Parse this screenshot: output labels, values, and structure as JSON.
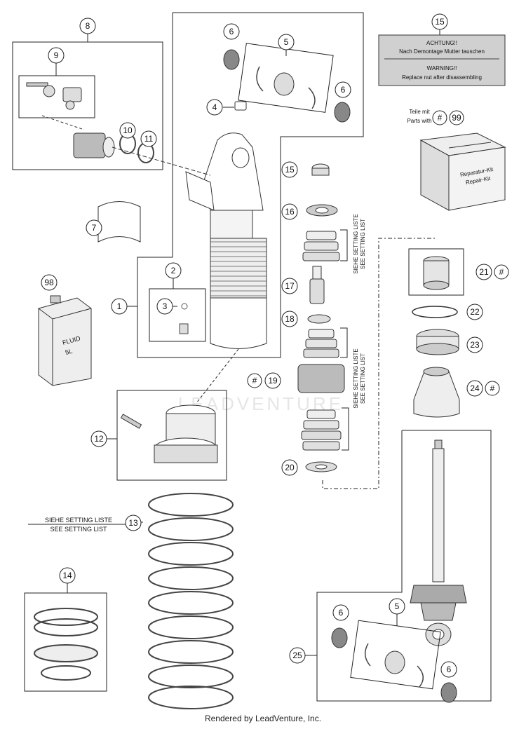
{
  "callouts": {
    "c1": "1",
    "c2": "2",
    "c3": "3",
    "c4": "4",
    "c5a": "5",
    "c5b": "5",
    "c6a": "6",
    "c6b": "6",
    "c6c": "6",
    "c6d": "6",
    "c7": "7",
    "c8": "8",
    "c9": "9",
    "c10": "10",
    "c11": "11",
    "c12": "12",
    "c13": "13",
    "c14": "14",
    "c15": "15",
    "c15b": "15",
    "c16": "16",
    "c17": "17",
    "c18": "18",
    "c19": "19",
    "c19hash": "#",
    "c20": "20",
    "c21": "21",
    "c21hash": "#",
    "c22": "22",
    "c23": "23",
    "c24": "24",
    "c24hash": "#",
    "c25": "25",
    "c98": "98",
    "c99": "99",
    "c99hash": "#"
  },
  "warning": {
    "de_title": "ACHTUNG!!",
    "de_text": "Nach Demontage Mutter tauschen",
    "en_title": "WARNING!!",
    "en_text": "Replace nut after disassembling"
  },
  "parts_with": {
    "de": "Teile mit",
    "en": "Parts with"
  },
  "repair_kit": {
    "de": "Reparatur-Kit",
    "en": "Repair-Kit"
  },
  "fluid_can": {
    "label": "FLUID",
    "volume": "5L"
  },
  "setting_list": {
    "de": "SIEHE SETTING LISTE",
    "en": "SEE SETTING LIST"
  },
  "watermark": "LEADVENTURE",
  "footer": "Rendered by LeadVenture, Inc."
}
